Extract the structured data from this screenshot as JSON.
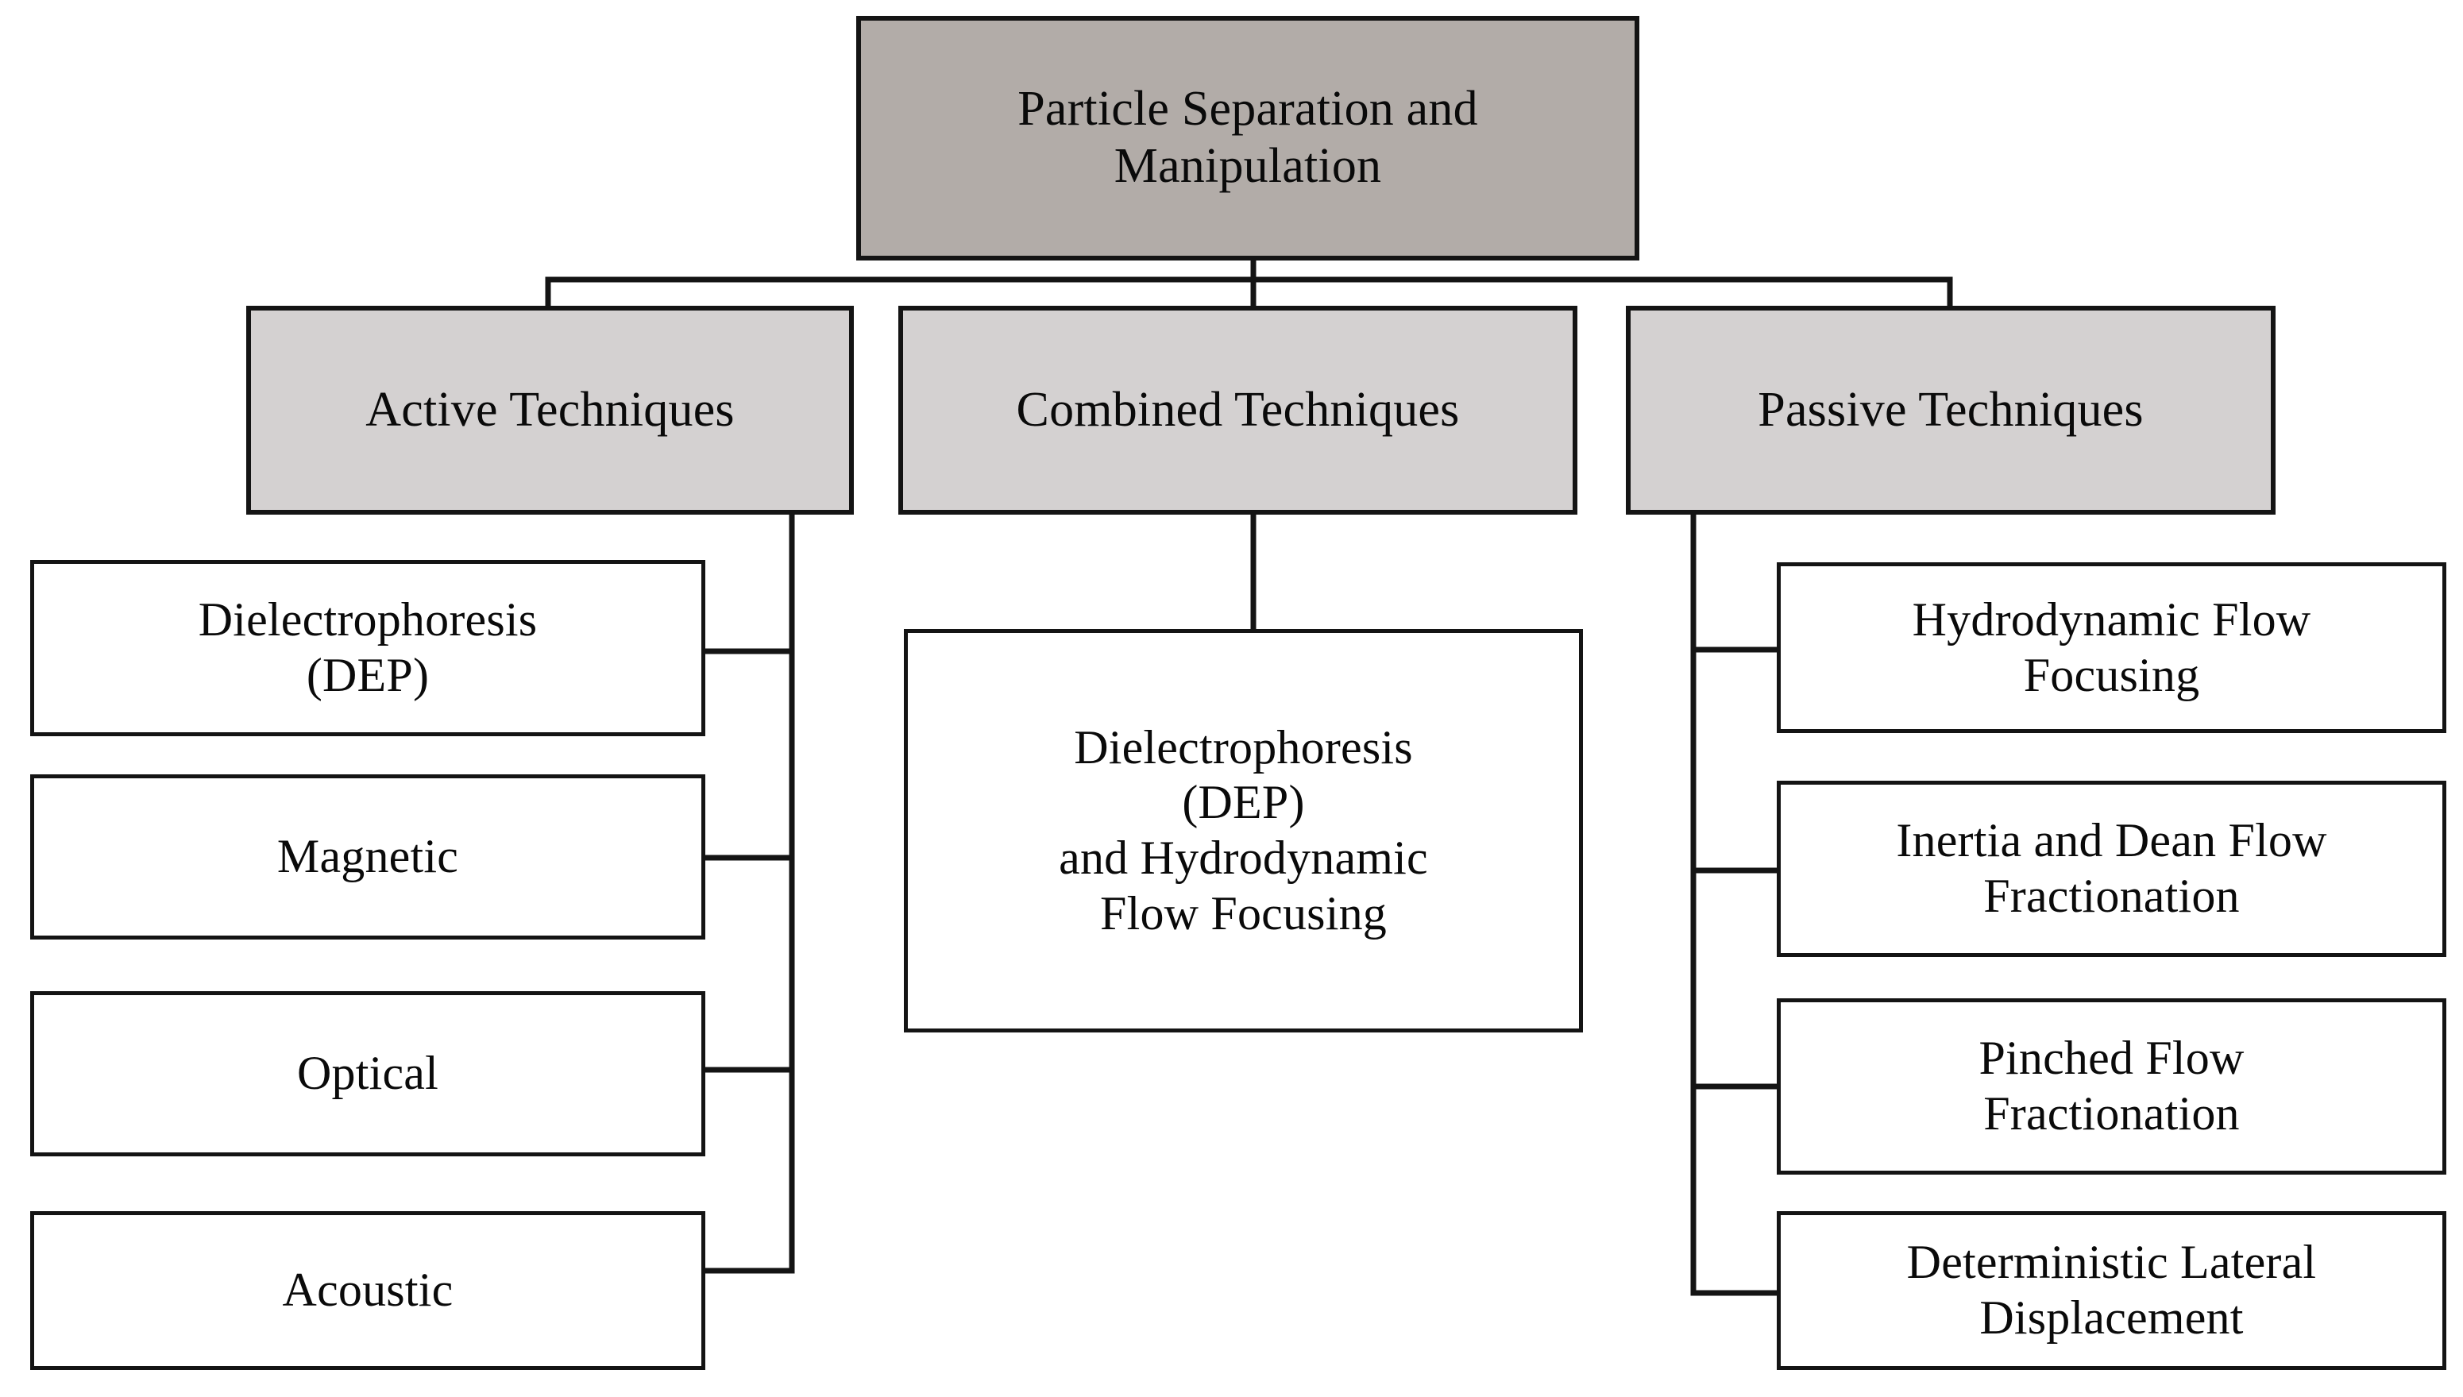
{
  "diagram": {
    "title": "Particle Separation and Manipulation",
    "type": "hierarchy-tree",
    "background_color": "#ffffff",
    "line_color": "#141414",
    "text_color": "#0a0a0a",
    "root_fill": "#b2aca8",
    "level2_fill": "#d4d1d1",
    "leaf_fill": "#ffffff"
  },
  "root": {
    "label": "Particle Separation and\nManipulation"
  },
  "branches": [
    {
      "key": "active",
      "label": "Active Techniques",
      "children": [
        {
          "label": "Dielectrophoresis\n(DEP)"
        },
        {
          "label": "Magnetic"
        },
        {
          "label": "Optical"
        },
        {
          "label": "Acoustic"
        }
      ]
    },
    {
      "key": "combined",
      "label": "Combined Techniques",
      "children": [
        {
          "label": "Dielectrophoresis\n(DEP)\nand Hydrodynamic\nFlow Focusing"
        }
      ]
    },
    {
      "key": "passive",
      "label": "Passive Techniques",
      "children": [
        {
          "label": "Hydrodynamic Flow\nFocusing"
        },
        {
          "label": "Inertia and Dean Flow\nFractionation"
        },
        {
          "label": "Pinched  Flow\nFractionation"
        },
        {
          "label": "Deterministic Lateral\nDisplacement"
        }
      ]
    }
  ]
}
